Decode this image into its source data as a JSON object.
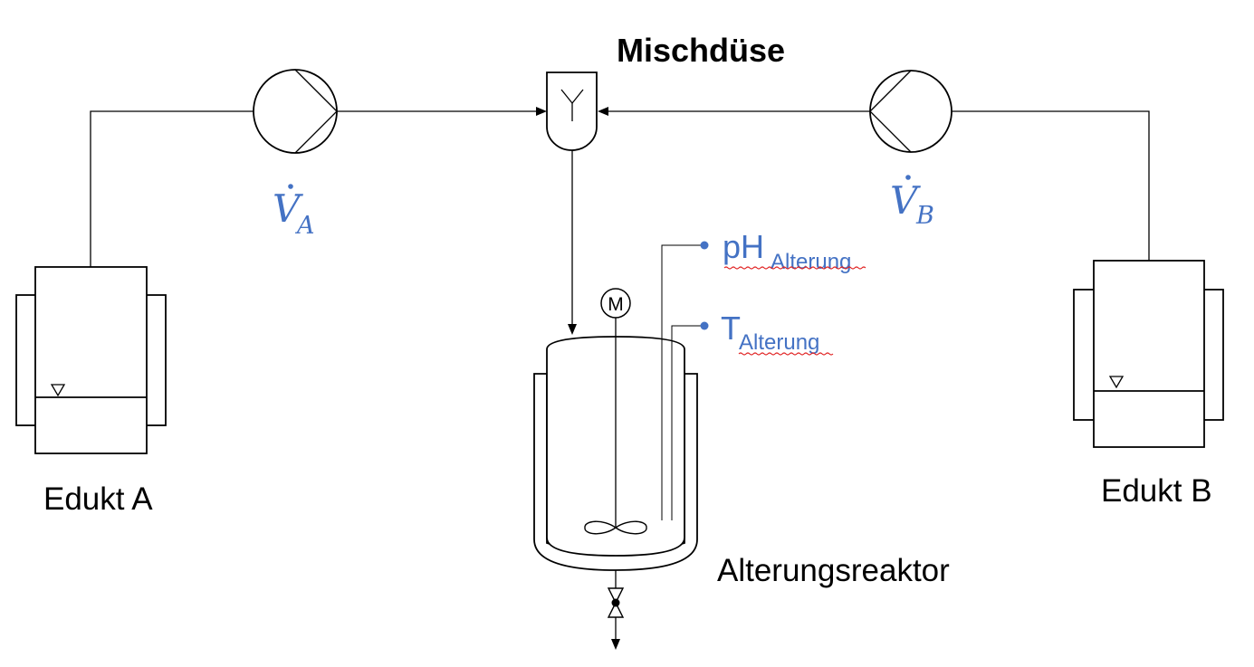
{
  "title": "Mischdüse",
  "tanks": {
    "left": {
      "label": "Edukt A"
    },
    "right": {
      "label": "Edukt B"
    }
  },
  "flows": {
    "left": {
      "symbol": "V",
      "subscript": "A"
    },
    "right": {
      "symbol": "V",
      "subscript": "B"
    }
  },
  "reactor": {
    "label": "Alterungsreaktor",
    "motor_symbol": "M"
  },
  "sensors": {
    "ph": {
      "main": "pH",
      "sub": "Alterung"
    },
    "temp": {
      "main": "T",
      "sub": "Alterung"
    }
  },
  "colors": {
    "annotation": "#4472C4",
    "line": "#000000",
    "spellcheck": "#e02020"
  }
}
